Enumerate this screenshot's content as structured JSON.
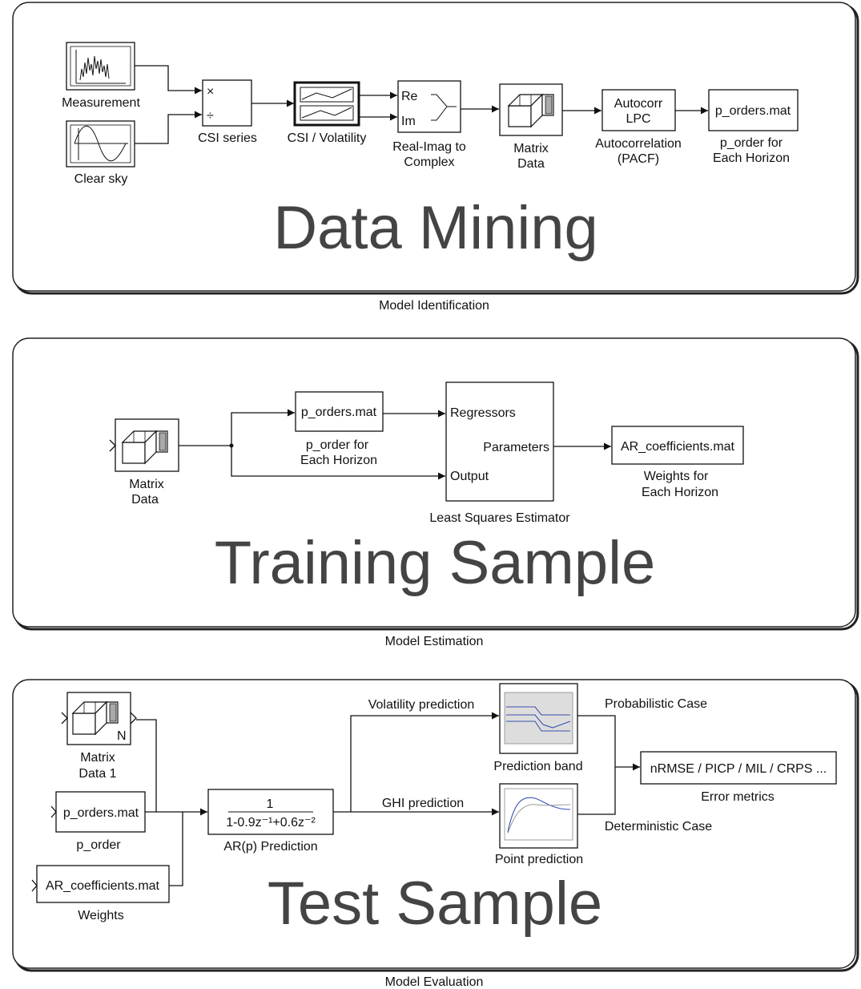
{
  "panels": [
    {
      "title": "Data Mining",
      "caption": "Model Identification",
      "blocks": {
        "measurement": "Measurement",
        "clear_sky": "Clear sky",
        "product_times": "×",
        "product_divide": "÷",
        "csi_series": "CSI series",
        "csi_volatility": "CSI / Volatility",
        "re_port": "Re",
        "im_port": "Im",
        "real_imag_1": "Real-Imag to",
        "real_imag_2": "Complex",
        "matrix_1": "Matrix",
        "matrix_2": "Data",
        "autocorr_block_1": "Autocorr",
        "autocorr_block_2": "LPC",
        "autocorr_label_1": "Autocorrelation",
        "autocorr_label_2": "(PACF)",
        "porders_block": "p_orders.mat",
        "porder_label_1": "p_order for",
        "porder_label_2": "Each Horizon"
      }
    },
    {
      "title": "Training Sample",
      "caption": "Model Estimation",
      "blocks": {
        "matrix_1": "Matrix",
        "matrix_2": "Data",
        "porders_block": "p_orders.mat",
        "porder_label_1": "p_order for",
        "porder_label_2": "Each Horizon",
        "regressors": "Regressors",
        "parameters": "Parameters",
        "output": "Output",
        "lse_label": "Least Squares Estimator",
        "ar_block": "AR_coefficients.mat",
        "weights_label_1": "Weights for",
        "weights_label_2": "Each Horizon"
      }
    },
    {
      "title": "Test Sample",
      "caption": "Model Evaluation",
      "blocks": {
        "matrix_port": "N",
        "matrix_1": "Matrix",
        "matrix_2": "Data 1",
        "porders_block": "p_orders.mat",
        "porder_label": "p_order",
        "ar_block": "AR_coefficients.mat",
        "weights_label": "Weights",
        "tf_numerator": "1",
        "tf_denominator": "1-0.9z⁻¹+0.6z⁻²",
        "arp_label": "AR(p) Prediction",
        "volatility_prediction": "Volatility prediction",
        "ghi_prediction": "GHI prediction",
        "prediction_band": "Prediction band",
        "point_prediction": "Point prediction",
        "probabilistic_case": "Probabilistic Case",
        "deterministic_case": "Deterministic Case",
        "metrics_block": "nRMSE / PICP / MIL / CRPS ...",
        "metrics_label": "Error metrics"
      }
    }
  ]
}
